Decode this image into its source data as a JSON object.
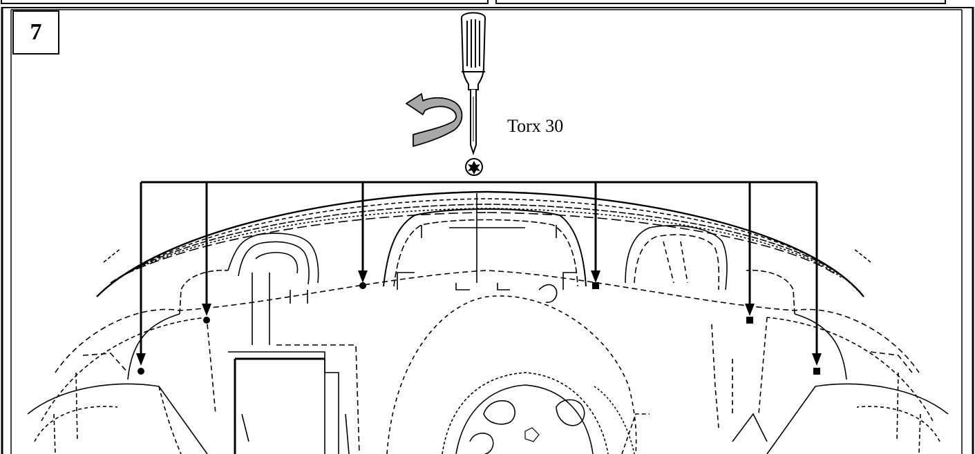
{
  "step": {
    "number": "7"
  },
  "tool": {
    "label": "Torx 30",
    "icon": "screwdriver-icon",
    "bit_icon": "torx-star-icon",
    "rotation_icon": "counterclockwise-arrow-icon"
  },
  "screws": {
    "count": 6
  },
  "colors": {
    "line": "#000000",
    "background": "#ffffff",
    "arrow_fill": "#a8a8a8"
  }
}
